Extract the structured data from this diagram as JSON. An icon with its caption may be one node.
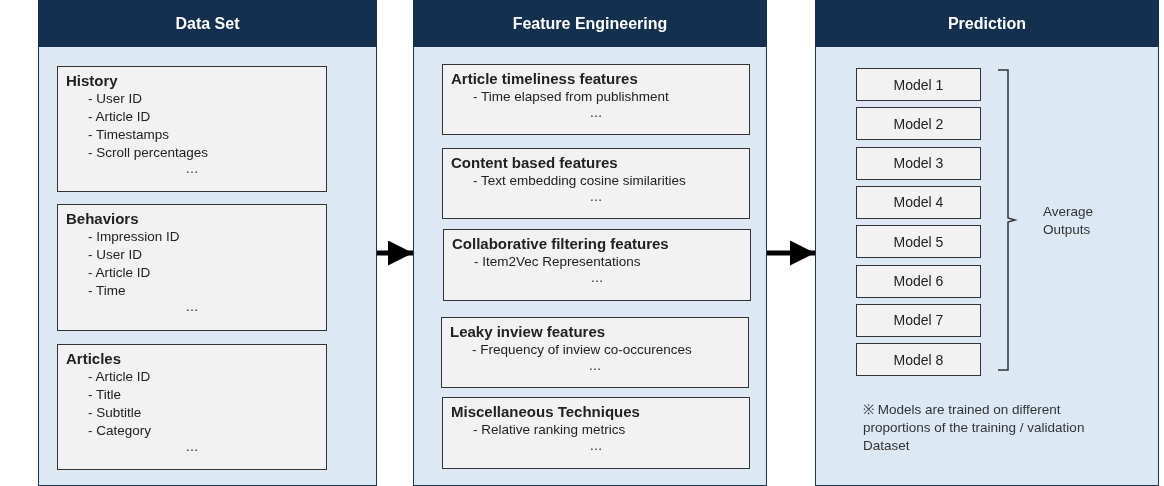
{
  "diagram": {
    "nodes": [
      {
        "text": [
          "Data Set"
        ]
      },
      {
        "text": [
          "History",
          "- User ID",
          "- Article ID",
          "- Timestamps",
          "- Scroll percentages",
          "…"
        ],
        "in": 0
      },
      {
        "text": [
          "Behaviors",
          "- Impression ID",
          "- User ID",
          "- Article ID",
          "- Time",
          "…"
        ],
        "in": 0
      },
      {
        "text": [
          "Articles",
          "- Article ID",
          "- Title",
          "- Subtitle",
          "- Category",
          "…"
        ],
        "in": 0
      },
      {
        "text": [
          "Feature Engineering"
        ]
      },
      {
        "text": [
          "Article timeliness features",
          "- Time elapsed from publishment",
          "…"
        ],
        "in": 4
      },
      {
        "text": [
          "Content based features",
          "- Text embedding cosine similarities",
          "…"
        ],
        "in": 4
      },
      {
        "text": [
          "Collaborative filtering features",
          "- Item2Vec Representations",
          "…"
        ],
        "in": 4
      },
      {
        "text": [
          "Leaky inview features",
          "- Frequency of inview co-occurences",
          "…"
        ],
        "in": 4
      },
      {
        "text": [
          "Miscellaneous Techniques",
          "- Relative ranking metrics",
          "…"
        ],
        "in": 4
      },
      {
        "text": [
          "Prediction"
        ]
      },
      {
        "text": [
          "Model 1"
        ],
        "in": 10
      },
      {
        "text": [
          "Model 2"
        ],
        "in": 10
      },
      {
        "text": [
          "Model 3"
        ],
        "in": 10
      },
      {
        "text": [
          "Model 4"
        ],
        "in": 10
      },
      {
        "text": [
          "Model 5"
        ],
        "in": 10
      },
      {
        "text": [
          "Model 6"
        ],
        "in": 10
      },
      {
        "text": [
          "Model 7"
        ],
        "in": 10
      },
      {
        "text": [
          "Model 8"
        ],
        "in": 10
      }
    ],
    "edges": [
      {
        "from": 0,
        "to": 4,
        "arrow": "to"
      },
      {
        "from": 4,
        "to": 10,
        "arrow": "to"
      }
    ],
    "labels": [
      "Average Outputs",
      "※ Models are trained on different proportions of the training / validation Dataset"
    ]
  }
}
